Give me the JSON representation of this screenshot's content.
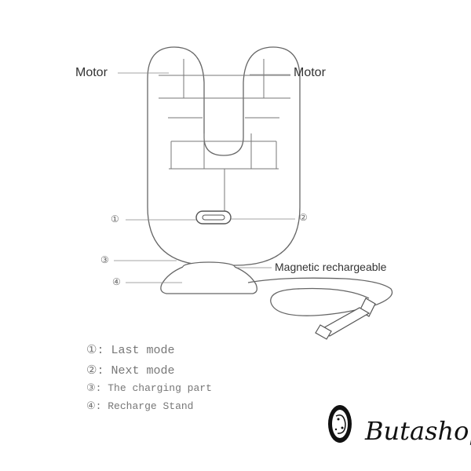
{
  "labels": {
    "motor_left": "Motor",
    "motor_right": "Motor",
    "magnetic": "Magnetic rechargeable",
    "callout_1": "①",
    "callout_2": "②",
    "callout_3": "③",
    "callout_4": "④"
  },
  "legend": [
    "①: Last mode",
    "②: Next mode",
    "③: The charging part",
    "④: Recharge Stand"
  ],
  "brand": {
    "name": "Butashop",
    "logo_text": "Butashop"
  },
  "colors": {
    "line": "#666666",
    "text": "#333333"
  }
}
